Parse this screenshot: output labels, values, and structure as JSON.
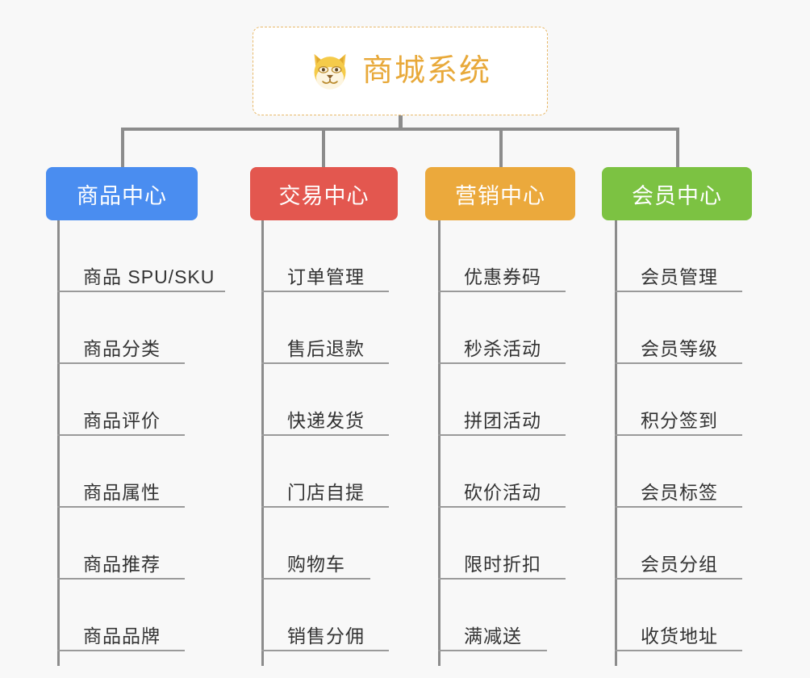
{
  "diagram": {
    "background_color": "#f8f8f8",
    "root": {
      "title": "商城系统",
      "icon": "shiba-dog-face-icon",
      "text_color": "#e8a93a",
      "border_color": "#e8b96a",
      "background_color": "#ffffff"
    },
    "connector_color": "#8c8c8c",
    "columns": [
      {
        "id": "product-center",
        "label": "商品中心",
        "color": "#4a8df0",
        "items": [
          "商品 SPU/SKU",
          "商品分类",
          "商品评价",
          "商品属性",
          "商品推荐",
          "商品品牌"
        ]
      },
      {
        "id": "trade-center",
        "label": "交易中心",
        "color": "#e3574f",
        "items": [
          "订单管理",
          "售后退款",
          "快递发货",
          "门店自提",
          "购物车",
          "销售分佣"
        ]
      },
      {
        "id": "marketing-center",
        "label": "营销中心",
        "color": "#eba93c",
        "items": [
          "优惠券码",
          "秒杀活动",
          "拼团活动",
          "砍价活动",
          "限时折扣",
          "满减送"
        ]
      },
      {
        "id": "member-center",
        "label": "会员中心",
        "color": "#7bc council"
      }
    ]
  }
}
